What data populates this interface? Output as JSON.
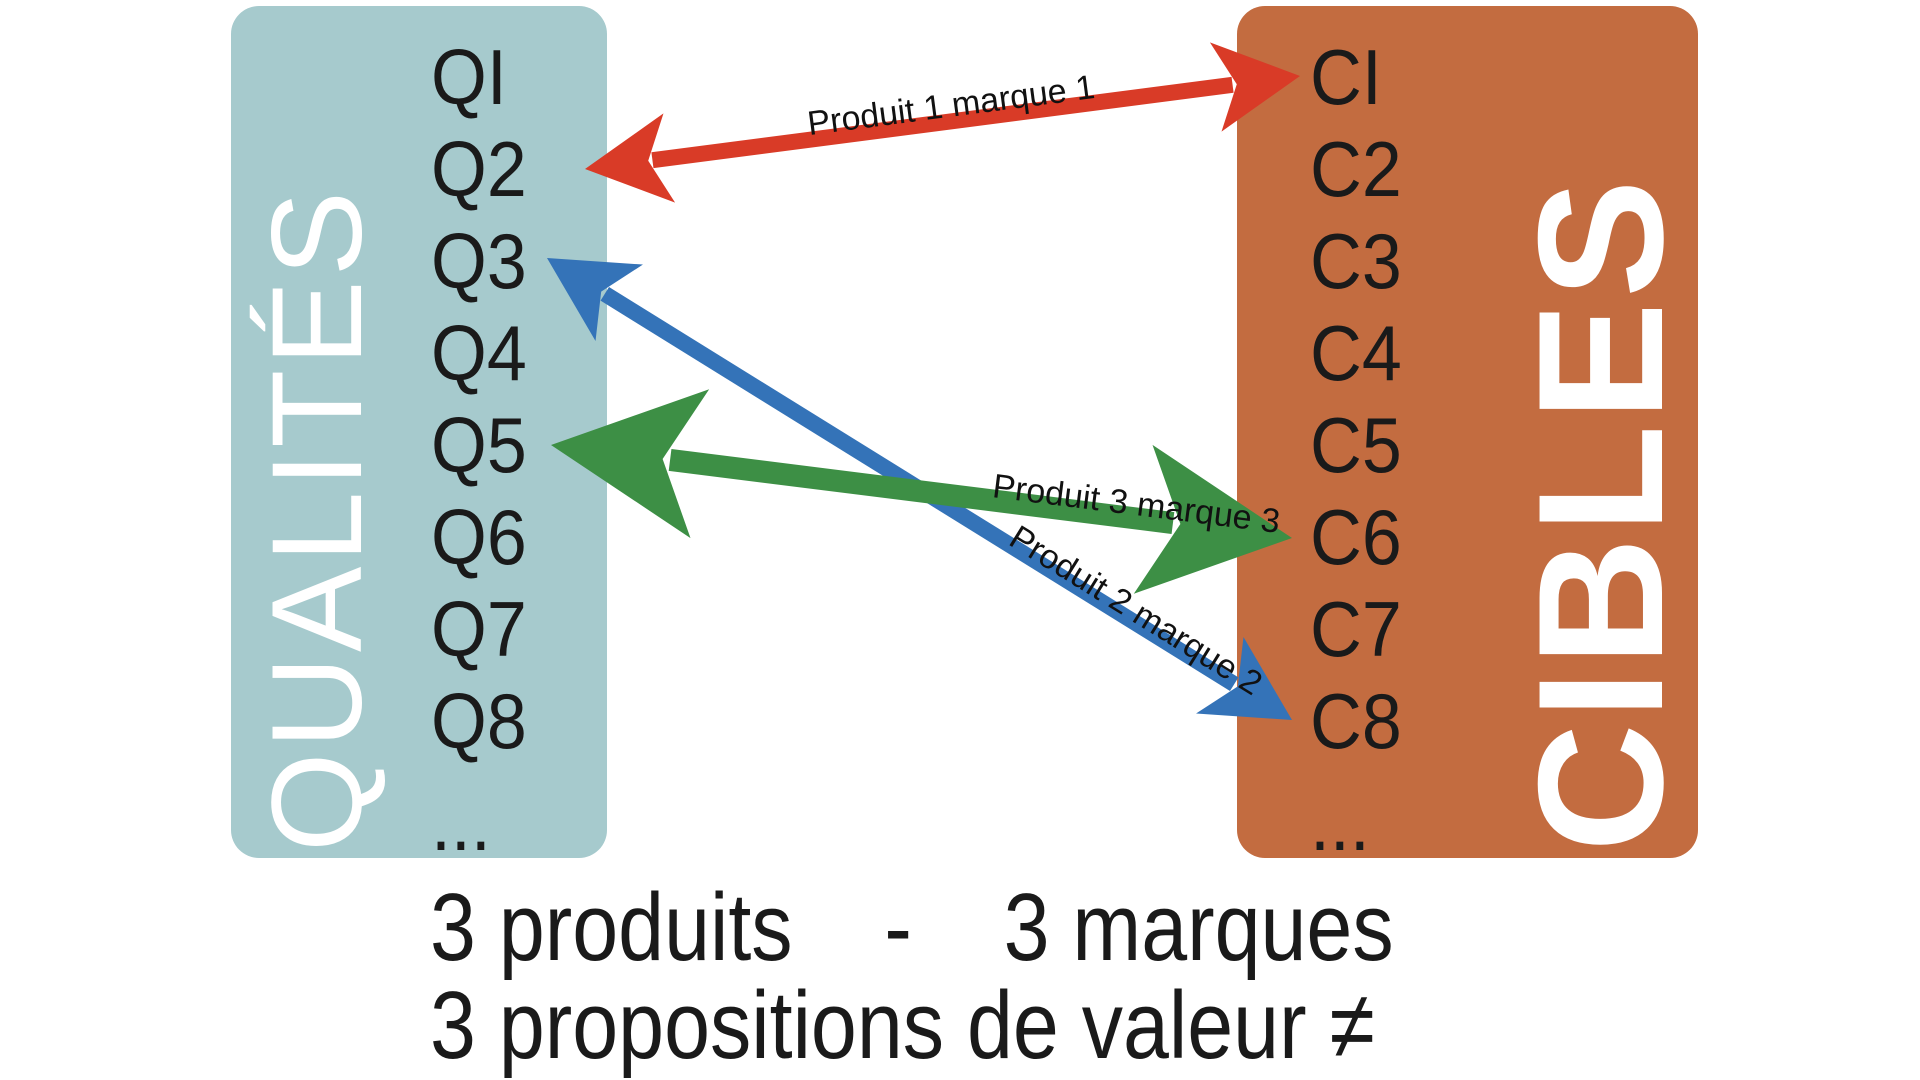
{
  "qualites": {
    "title": "QUALITÉS",
    "items": [
      "QI",
      "Q2",
      "Q3",
      "Q4",
      "Q5",
      "Q6",
      "Q7",
      "Q8",
      "..."
    ]
  },
  "cibles": {
    "title": "CIBLES",
    "items": [
      "CI",
      "C2",
      "C3",
      "C4",
      "C5",
      "C6",
      "C7",
      "C8",
      "..."
    ]
  },
  "arrows": [
    {
      "label": "Produit 1 marque 1",
      "from": "Q2",
      "to": "CI",
      "color": "#d93b27"
    },
    {
      "label": "Produit 2 marque 2",
      "from": "Q3",
      "to": "C8",
      "color": "#3473b8"
    },
    {
      "label": "Produit 3 marque 3",
      "from": "Q5",
      "to": "C6",
      "color": "#3d8f45"
    }
  ],
  "caption": {
    "line1": "3 produits    -    3 marques",
    "line2": "3 propositions de valeur ≠"
  },
  "colors": {
    "qualites_bg": "#a6cacd",
    "cibles_bg": "#c36c40"
  }
}
